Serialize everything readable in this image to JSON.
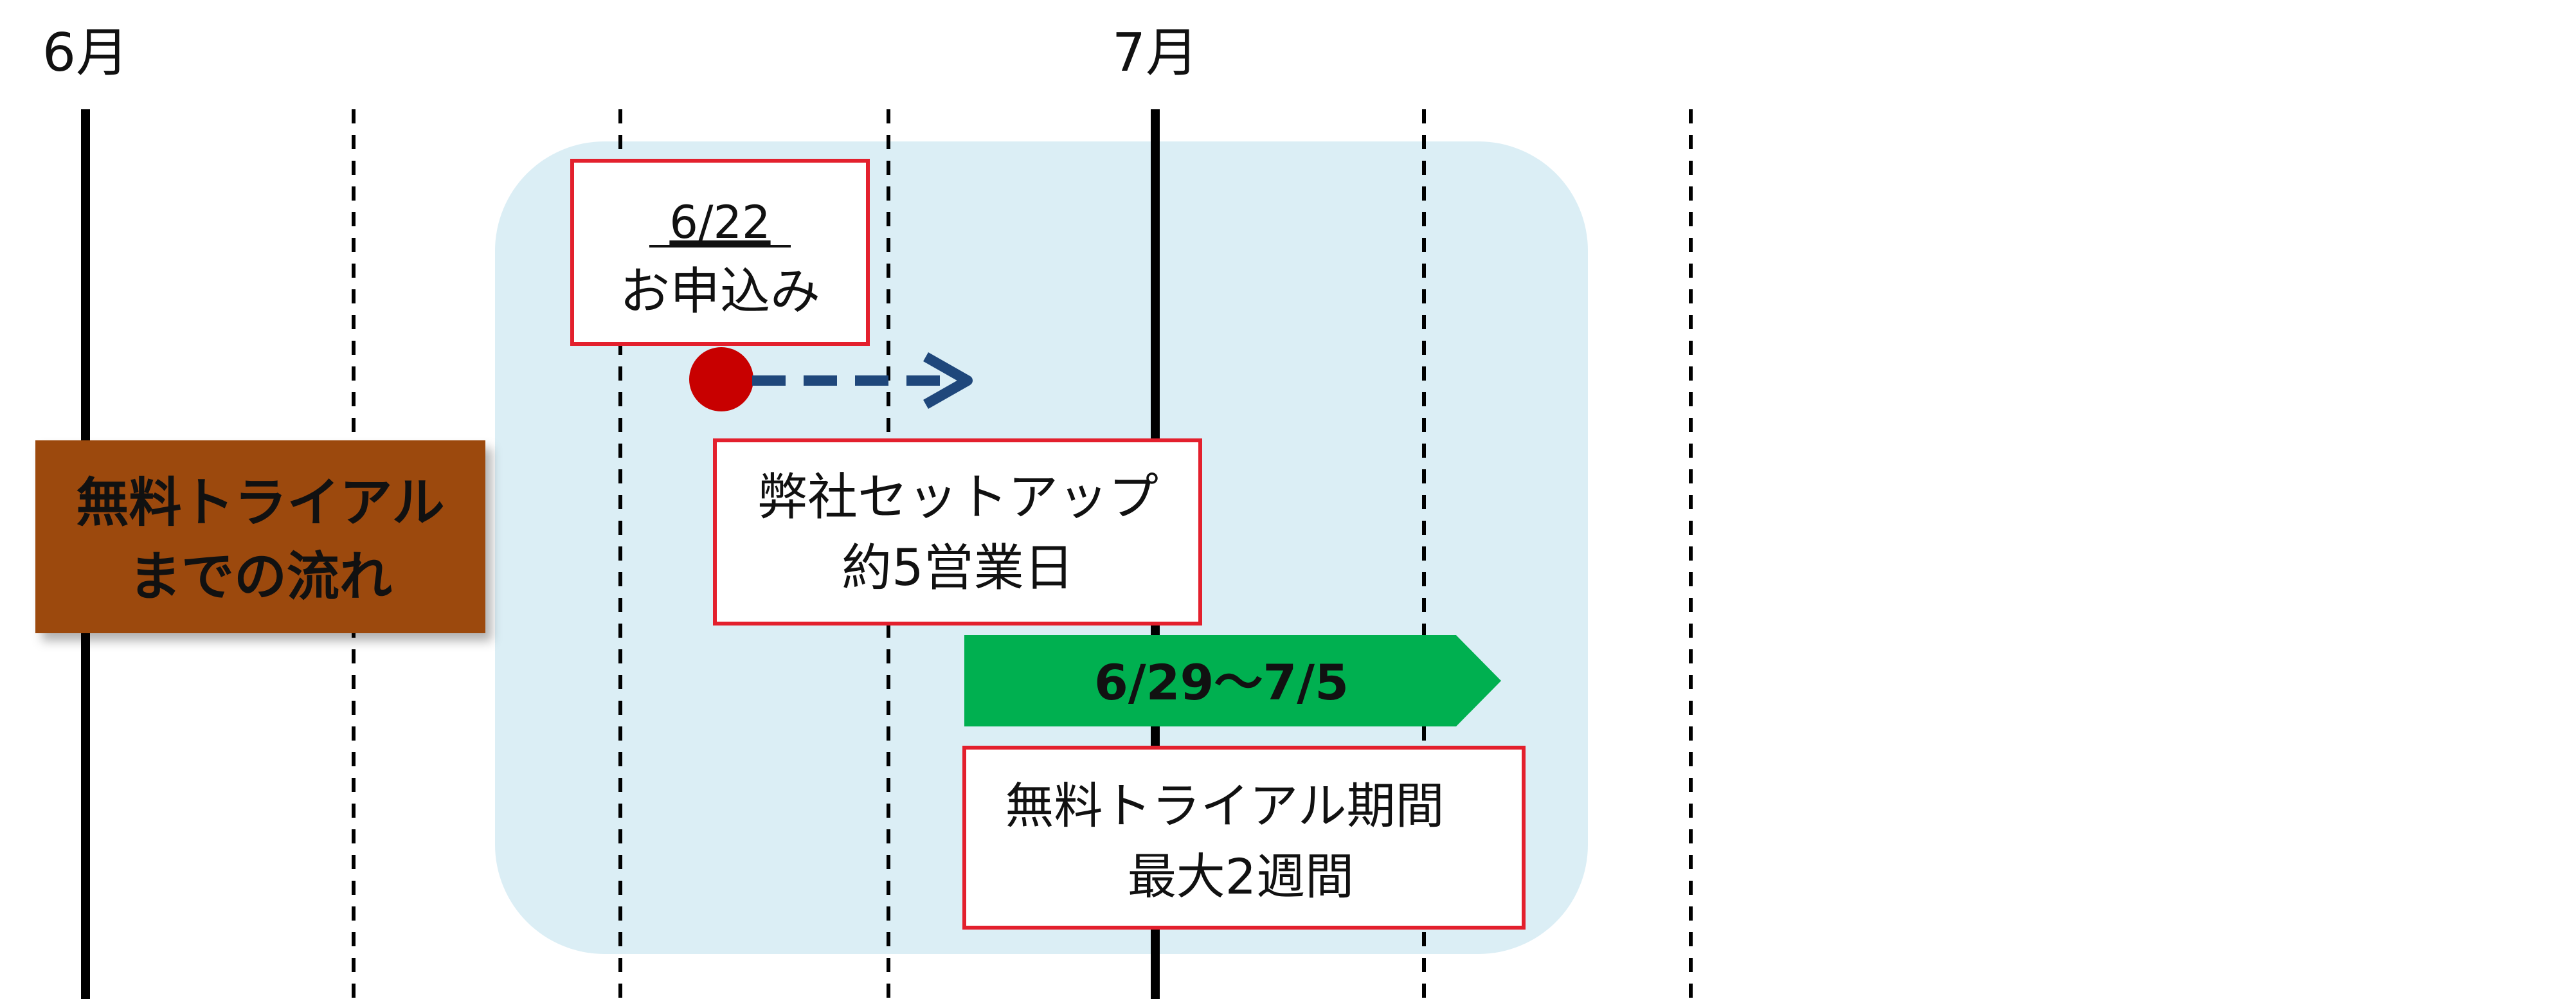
{
  "months": {
    "june": "6月",
    "july": "7月"
  },
  "title_box": {
    "line1": "無料トライアル",
    "line2": "までの流れ"
  },
  "application": {
    "date": "6/22",
    "label": "お申込み"
  },
  "setup": {
    "line1": "弊社セットアップ",
    "line2": "約5営業日"
  },
  "trial_period": {
    "range": "6/29〜7/5",
    "line1": "無料トライアル期間",
    "line2": "最大2週間"
  },
  "colors": {
    "title_box": "#9c4a0c",
    "highlight_panel": "#dbeef5",
    "callout_border": "#e3202d",
    "marker": "#c80000",
    "arrow": "#1f477b",
    "trial_bar": "#00b050"
  }
}
